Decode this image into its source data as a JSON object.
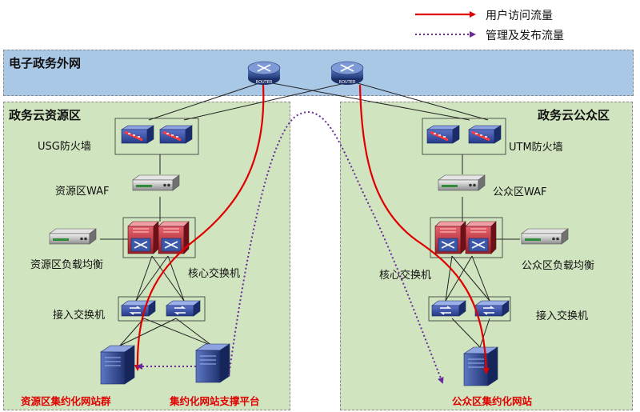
{
  "legend": {
    "user_traffic": "用户访问流量",
    "mgmt_traffic": "管理及发布流量",
    "user_color": "#e00000",
    "mgmt_color": "#6a2a9a"
  },
  "zones": {
    "external": "电子政务外网",
    "resource": "政务云资源区",
    "public": "政务云公众区"
  },
  "resource": {
    "firewall": "USG防火墙",
    "waf": "资源区WAF",
    "lb": "资源区负载均衡",
    "core": "核心交换机",
    "access": "接入交换机",
    "server1": "资源区集约化网站群",
    "server2": "集约化网站支撑平台"
  },
  "public": {
    "firewall": "UTM防火墙",
    "waf": "公众区WAF",
    "lb": "公众区负载均衡",
    "core": "核心交换机",
    "access": "接入交换机",
    "server": "公众区集约化网站"
  },
  "router_label": "ROUTER",
  "icons": {
    "router": "router-icon",
    "firewall": "firewall-icon",
    "appliance": "appliance-icon",
    "core_switch": "core-switch-icon",
    "access_switch": "access-switch-icon",
    "server": "server-tower-icon"
  }
}
